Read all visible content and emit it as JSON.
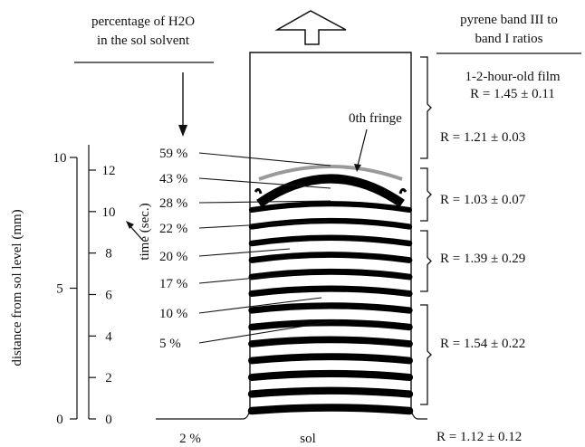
{
  "header": {
    "left_line1": "percentage of H2O",
    "left_line2": "in the sol solvent",
    "right_line1": "pyrene band III to",
    "right_line2": "band I ratios"
  },
  "axes": {
    "distance_label": "distance from sol level (mm)",
    "time_label": "time (sec.)",
    "distance_ticks": [
      {
        "value": 0,
        "label": "0"
      },
      {
        "value": 5,
        "label": "5"
      },
      {
        "value": 10,
        "label": "10"
      }
    ],
    "time_ticks": [
      {
        "value": 0,
        "label": "0"
      },
      {
        "value": 2,
        "label": "2"
      },
      {
        "value": 4,
        "label": "4"
      },
      {
        "value": 6,
        "label": "6"
      },
      {
        "value": 8,
        "label": "8"
      },
      {
        "value": 10,
        "label": "10"
      },
      {
        "value": 12,
        "label": "12"
      }
    ]
  },
  "water_labels": [
    "59 %",
    "43 %",
    "28 %",
    "22 %",
    "20 %",
    "17 %",
    "10 %",
    "5 %"
  ],
  "bottom": {
    "water_at_sol": "2 %",
    "sol_label": "sol",
    "ratio_at_sol": "R = 1.12 ± 0.12"
  },
  "film_labels": {
    "zeroth_fringe": "0th fringe",
    "old_film": "1-2-hour-old film",
    "old_film_ratio": "R = 1.45 ± 0.11"
  },
  "ratios": [
    "R = 1.21 ± 0.03",
    "R = 1.03 ± 0.07",
    "R = 1.39 ± 0.29",
    "R = 1.54 ± 0.22"
  ]
}
